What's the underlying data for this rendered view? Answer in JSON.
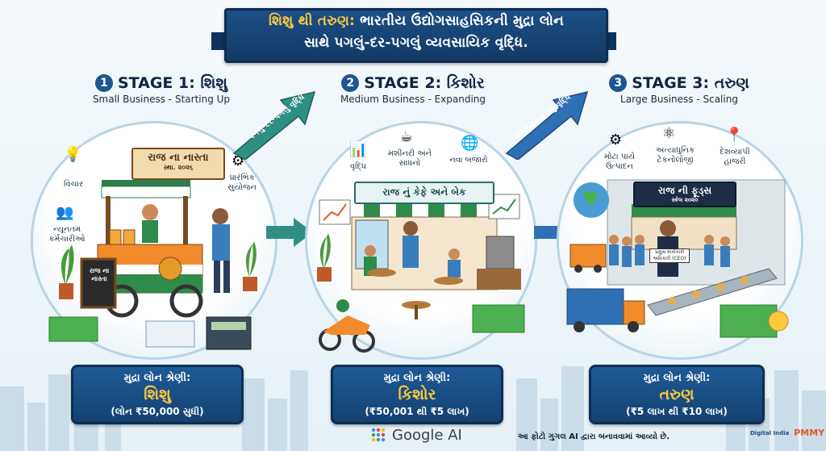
{
  "title": {
    "line1_accent": "શિશુ થી તરુણ:",
    "line1_rest": " ભારતીય ઉદ્યોગસાહસિકની મુદ્રા લોન",
    "line2": "સાથે પગલું-દર-પગલું વ્યવસાયિક વૃદ્ધિ."
  },
  "stages": [
    {
      "number": "1",
      "title": "STAGE 1: શિશુ",
      "subtitle": "Small Business - Starting Up",
      "shop_sign": "રાજ ના નાસ્તા",
      "shop_sign_sub": "સ્થા. ૨૦૨૬",
      "board_sign": "રાજ ના નાસ્તા",
      "labels": [
        "વિચાર",
        "ન્યૂનતમ કર્મચારીઓ",
        "પ્રારંભિક સુયોજન"
      ],
      "icons": [
        "lightbulb-icon",
        "worker-icon",
        "gear-icon"
      ],
      "loan_label": "મુદ્રા લોન શ્રેણી:",
      "loan_category": "શિશુ",
      "loan_range": "(લોન ₹50,000 સુધી)"
    },
    {
      "number": "2",
      "title": "STAGE 2: કિશોર",
      "subtitle": "Medium Business - Expanding",
      "shop_sign": "રાજ નું કેફે અને બેક",
      "labels": [
        "વૃદ્ધિ",
        "મશીનરી અને સાધનો",
        "નવા બજારો"
      ],
      "icons": [
        "growth-chart-icon",
        "coffee-machine-icon",
        "globe-icon"
      ],
      "loan_label": "મુદ્રા લોન શ્રેણી:",
      "loan_category": "કિશોર",
      "loan_range": "(₹50,001 થી ₹5 લાખ)"
    },
    {
      "number": "3",
      "title": "STAGE 3: તરુણ",
      "subtitle": "Large Business - Scaling",
      "shop_sign": "રાજ ની ફૂડ્સ",
      "shop_sign_sub": "સ્કેલ ૨૦૨૦",
      "ceo_sign": "પ્રમુખ કાર્યકારી અધિકારી (CEO)",
      "labels": [
        "મોટા પાયે ઉત્પાદન",
        "અત્યાધુનિક ટેકનોલોજી",
        "દેશવ્યાપી હાજરી"
      ],
      "icons": [
        "factory-icon",
        "technology-icon",
        "map-pin-icon"
      ],
      "loan_label": "મુદ્રા લોન શ્રેણી:",
      "loan_category": "તરુણ",
      "loan_range": "(₹5 લાખ થી ₹10 લાખ)"
    }
  ],
  "arrows": {
    "label1": "પગલું-દર-પગલું વૃદ્ધિ",
    "label2": "પગલું-દર-પગલું વૃદ્ધિ"
  },
  "footer": {
    "brand": "Google AI",
    "note": "આ ફોટો ગુગલ AI દ્વારા બનાવવામાં આવ્યો છે.",
    "logo1": "Digital India",
    "logo2": "PMMY"
  },
  "colors": {
    "navy": "#1b4f86",
    "gold": "#ffc83d",
    "arrow_teal": "#2f8f83",
    "arrow_blue": "#2f6fb3"
  }
}
